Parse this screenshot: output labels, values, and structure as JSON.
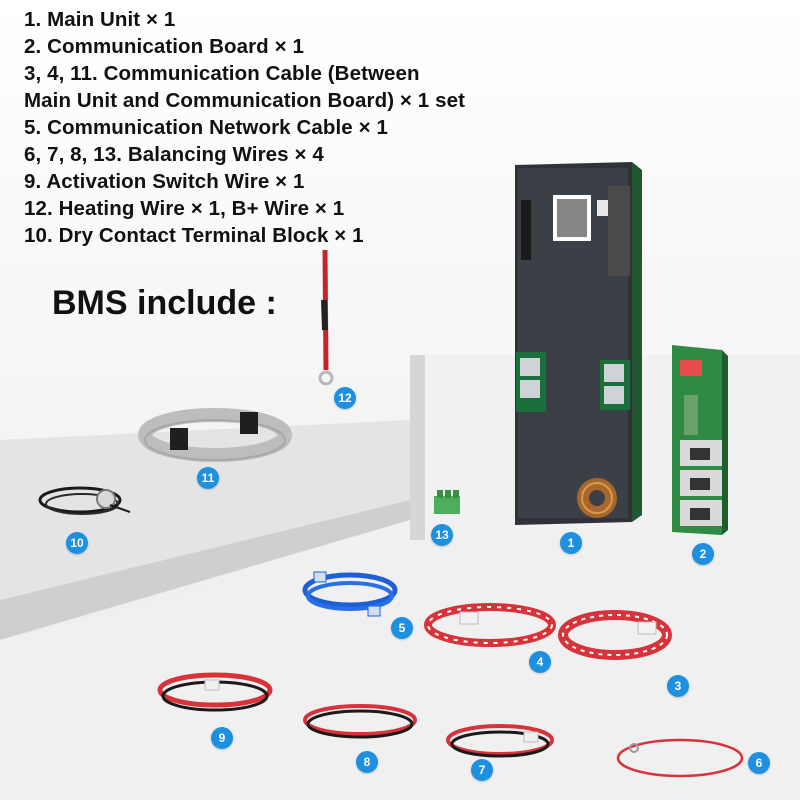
{
  "contents_list": [
    "1. Main Unit × 1",
    "2. Communication Board × 1",
    "3, 4, 11. Communication Cable (Between",
    "Main Unit and Communication Board) × 1 set",
    "5. Communication Network Cable × 1",
    "6, 7, 8, 13. Balancing Wires × 4",
    "9. Activation Switch Wire × 1",
    "12. Heating Wire × 1, B+ Wire × 1",
    "10. Dry Contact Terminal Block × 1"
  ],
  "heading": "BMS include :",
  "badges": {
    "b1": "1",
    "b2": "2",
    "b3": "3",
    "b4": "4",
    "b5": "5",
    "b6": "6",
    "b7": "7",
    "b8": "8",
    "b9": "9",
    "b10": "10",
    "b11": "11",
    "b12": "12",
    "b13": "13"
  },
  "colors": {
    "badge": "#1f8fe0",
    "pcb_green": "#2f8a43",
    "wire_red": "#d8333a",
    "lan_blue": "#1e5fd6"
  }
}
